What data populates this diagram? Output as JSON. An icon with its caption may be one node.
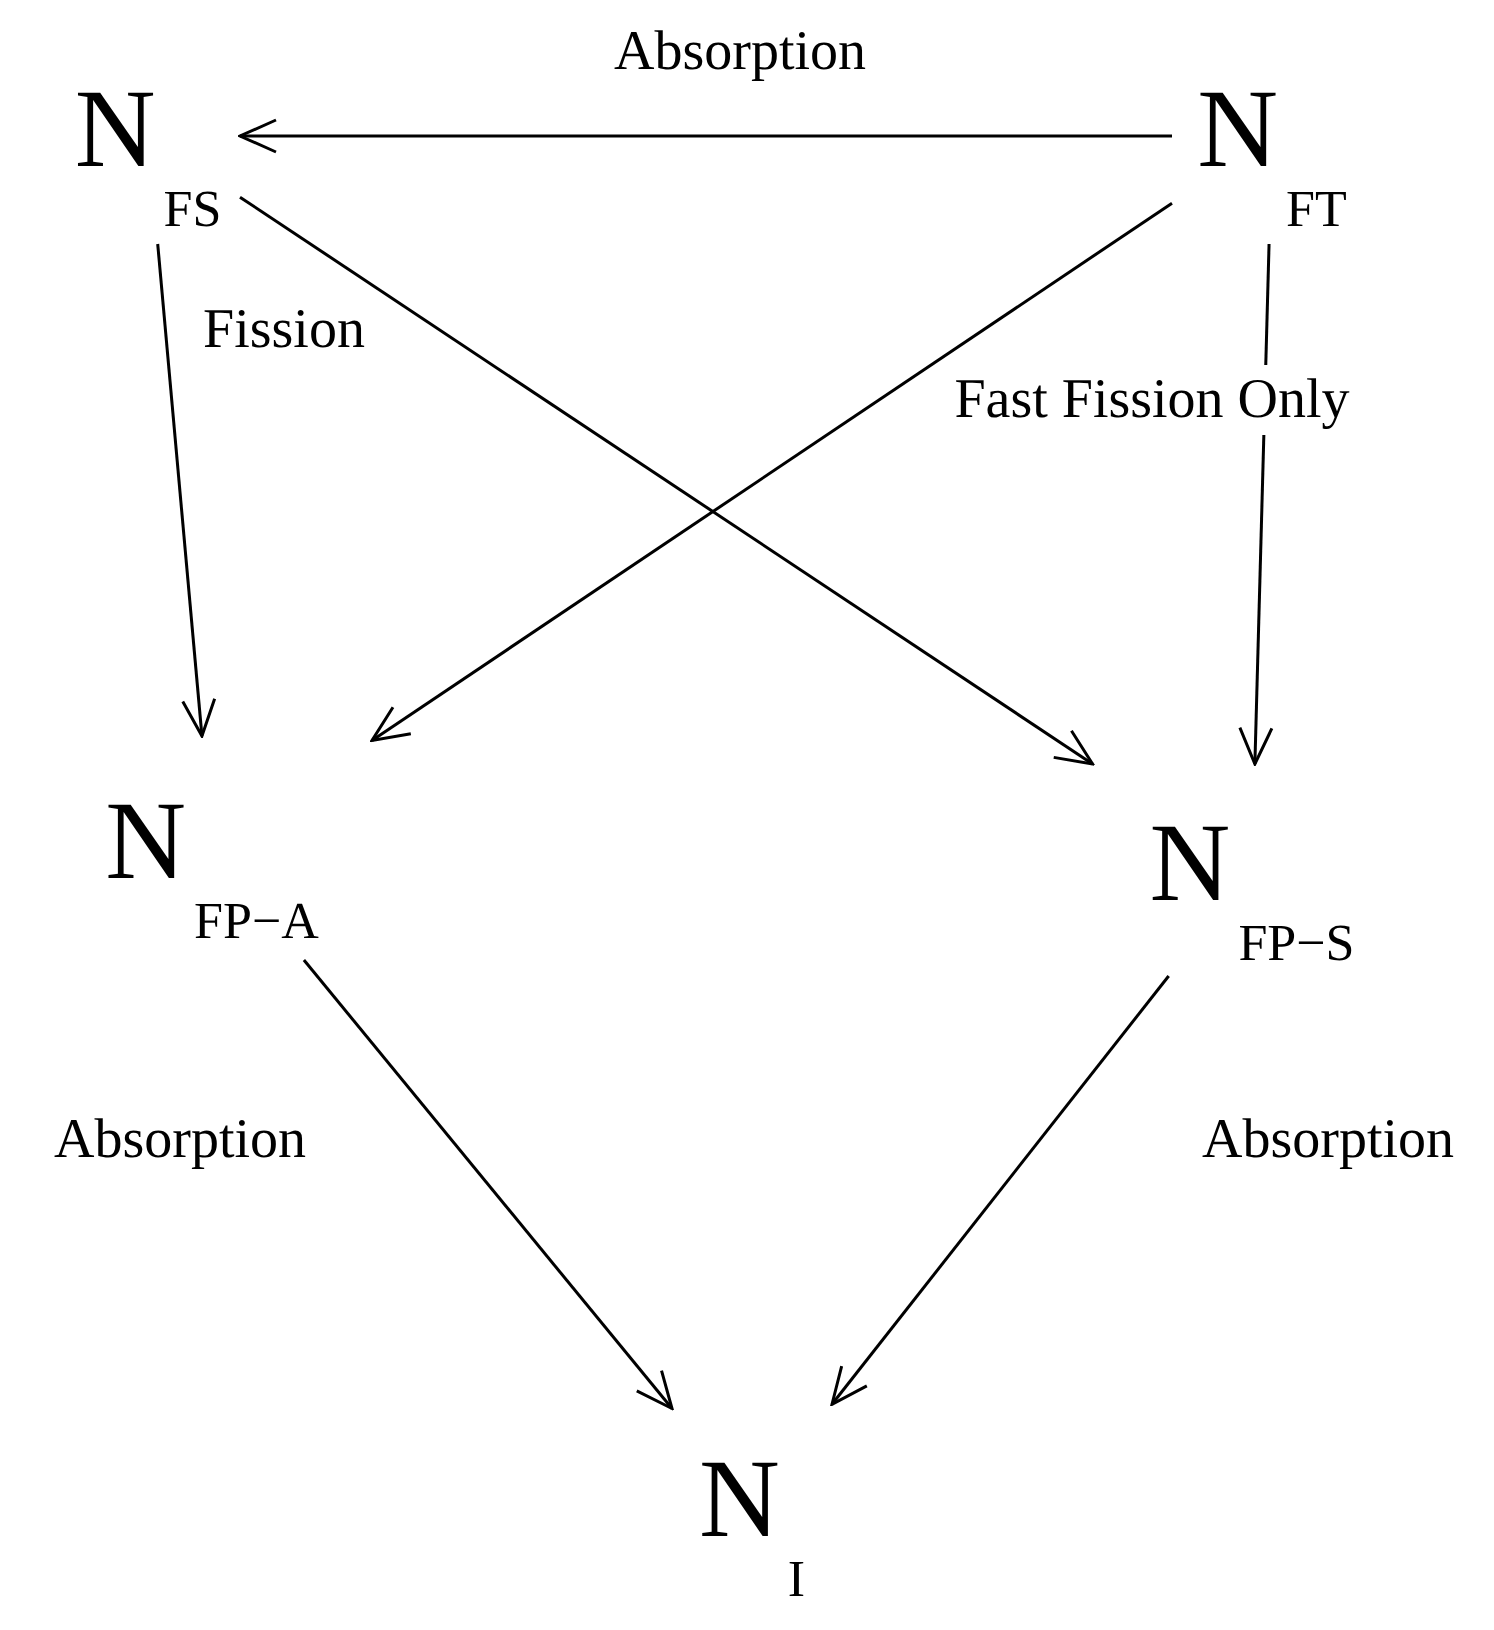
{
  "diagram": {
    "nodes": [
      {
        "text": [
          "N$_{FS}$"
        ]
      },
      {
        "text": [
          "N$_{FT}$"
        ]
      },
      {
        "text": [
          "N$_{FP−A}$"
        ]
      },
      {
        "text": [
          "N$_{FP−S}$"
        ]
      },
      {
        "text": [
          "N$_{I}$"
        ]
      }
    ],
    "edges": [
      {
        "from": 1,
        "to": 0,
        "arrow": "to",
        "label": "Absorption"
      },
      {
        "from": 0,
        "to": 2,
        "arrow": "to",
        "label": "Fission"
      },
      {
        "from": 0,
        "to": 3,
        "arrow": "to"
      },
      {
        "from": 1,
        "to": 2,
        "arrow": "to"
      },
      {
        "from": 1,
        "to": 3,
        "arrow": "to",
        "label": "Fast Fission Only"
      },
      {
        "from": 2,
        "to": 4,
        "arrow": "to",
        "label": "Absorption"
      },
      {
        "from": 3,
        "to": 4,
        "arrow": "to",
        "label": "Absorption"
      }
    ]
  }
}
